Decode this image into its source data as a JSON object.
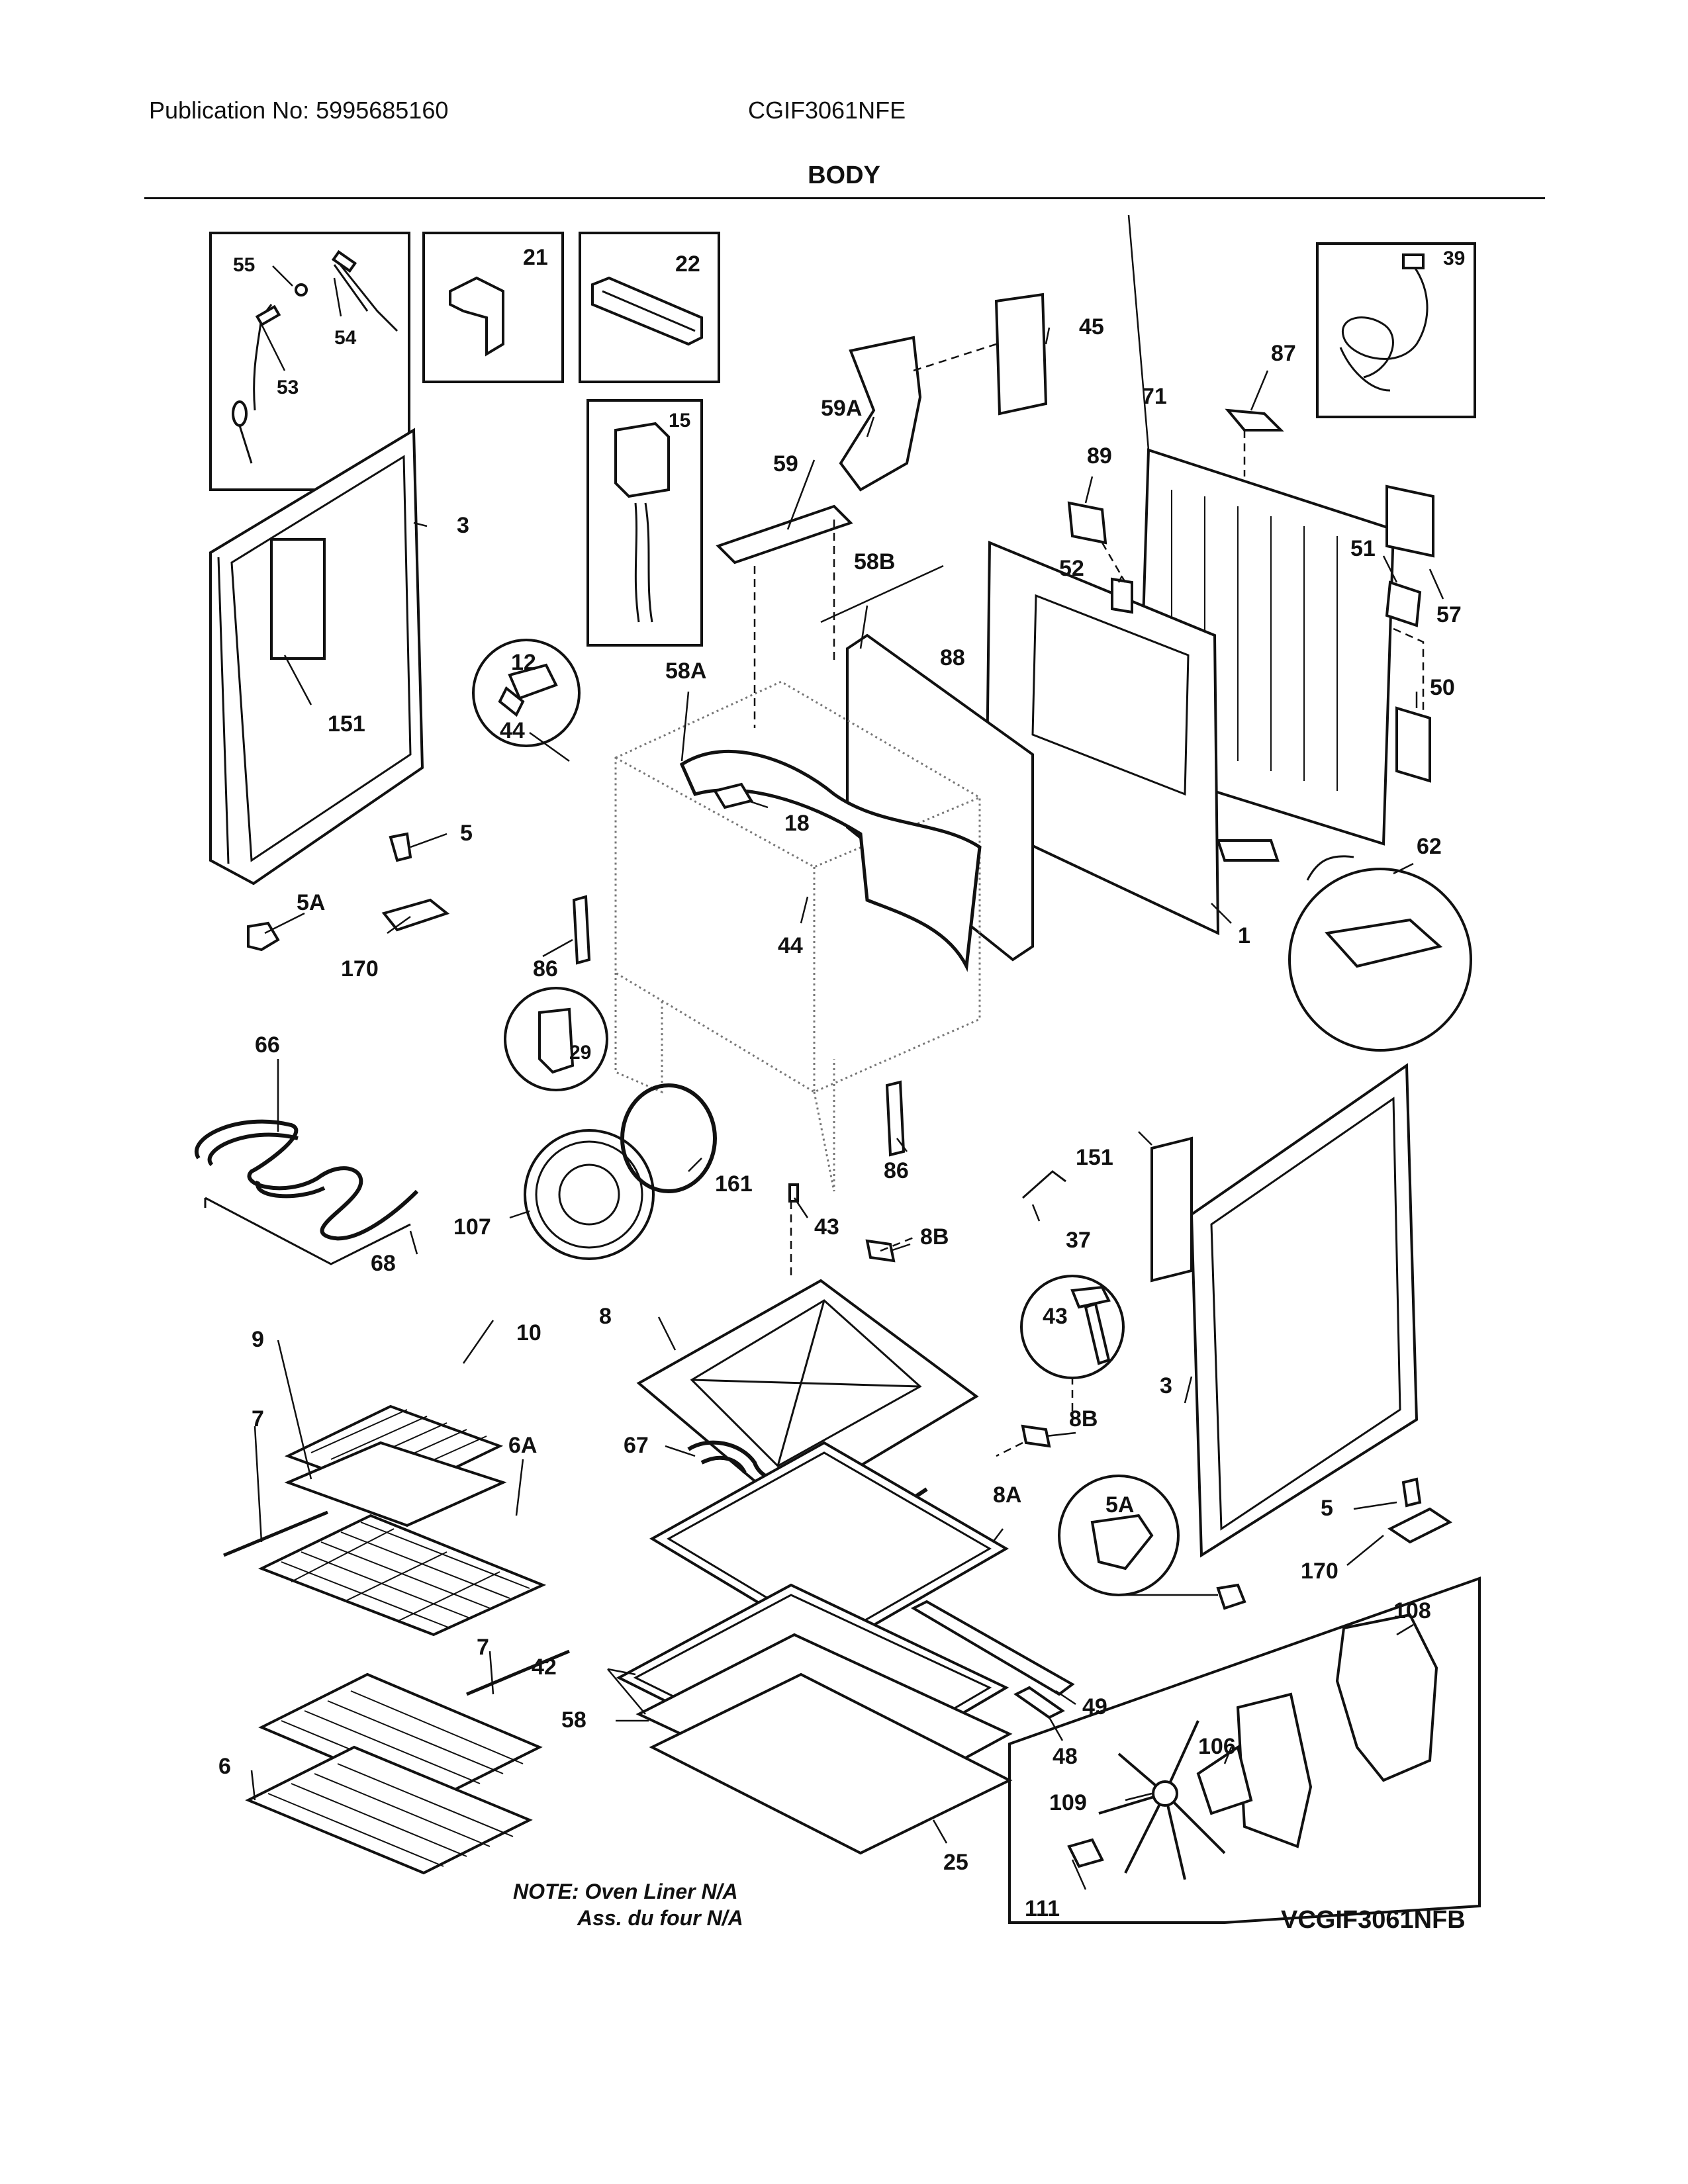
{
  "header": {
    "publication": "Publication No: 5995685160",
    "model": "CGIF3061NFE",
    "section": "BODY"
  },
  "notes": {
    "line1": "NOTE: Oven Liner N/A",
    "line2": "Ass. du four N/A"
  },
  "inset_model": "VCGIF3061NFB",
  "labels": {
    "l55": "55",
    "l54": "54",
    "l53": "53",
    "l21": "21",
    "l22": "22",
    "l15": "15",
    "l39": "39",
    "l45": "45",
    "l87": "87",
    "l59A": "59A",
    "l71": "71",
    "l59": "59",
    "l89": "89",
    "l58B": "58B",
    "l51": "51",
    "l52": "52",
    "l57": "57",
    "l3a": "3",
    "l88": "88",
    "l12": "12",
    "l58A": "58A",
    "l50": "50",
    "l151a": "151",
    "l44a": "44",
    "l18": "18",
    "l62": "62",
    "l5a": "5",
    "l5Aa": "5A",
    "l1": "1",
    "l44b": "44",
    "l86a": "86",
    "l170a": "170",
    "l29": "29",
    "l66": "66",
    "l161": "161",
    "l86b": "86",
    "l151b": "151",
    "l107": "107",
    "l43a": "43",
    "l8Ba": "8B",
    "l37": "37",
    "l68": "68",
    "l43b": "43",
    "l8": "8",
    "l10": "10",
    "l9": "9",
    "l3b": "3",
    "l8Bb": "8B",
    "l7a": "7",
    "l67": "67",
    "l6A": "6A",
    "l8A": "8A",
    "l5Ab": "5A",
    "l5b": "5",
    "l170b": "170",
    "l7b": "7",
    "l108": "108",
    "l42": "42",
    "l49": "49",
    "l58": "58",
    "l48": "48",
    "l106": "106",
    "l6": "6",
    "l109": "109",
    "l25": "25",
    "l111": "111"
  }
}
